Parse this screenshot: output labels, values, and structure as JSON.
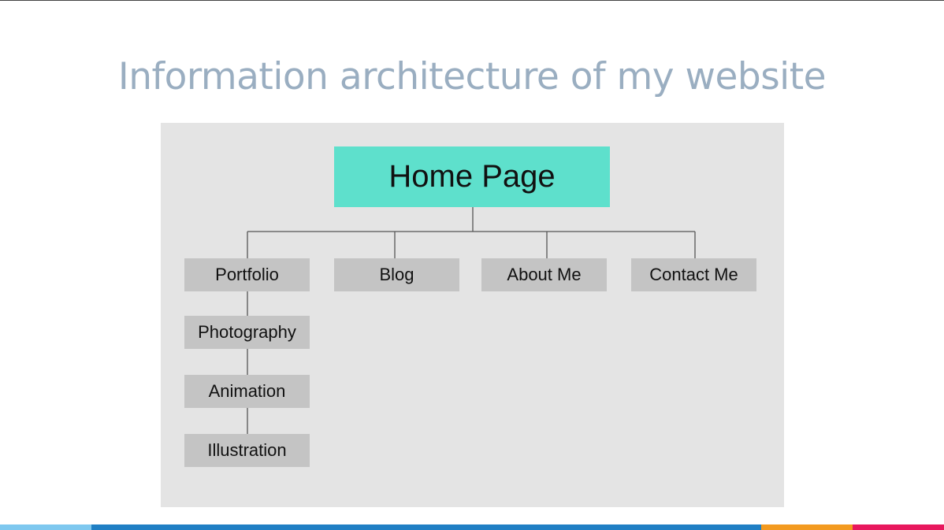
{
  "slide": {
    "title": "Information architecture of my website",
    "title_color": "#9aaec1",
    "panel_color": "#e4e4e4"
  },
  "diagram": {
    "root": {
      "label": "Home Page",
      "color": "#5ee0cc"
    },
    "node_color": "#c4c4c4",
    "line_color": "#555555",
    "top_level": [
      {
        "id": "portfolio",
        "label": "Portfolio"
      },
      {
        "id": "blog",
        "label": "Blog"
      },
      {
        "id": "about",
        "label": "About Me"
      },
      {
        "id": "contact",
        "label": "Contact Me"
      }
    ],
    "portfolio_children": [
      {
        "id": "photography",
        "label": "Photography"
      },
      {
        "id": "animation",
        "label": "Animation"
      },
      {
        "id": "illustration",
        "label": "Illustration"
      }
    ]
  },
  "accent_bar": [
    "#7ec8ef",
    "#1f7fc4",
    "#f39a1f",
    "#e8175d"
  ]
}
